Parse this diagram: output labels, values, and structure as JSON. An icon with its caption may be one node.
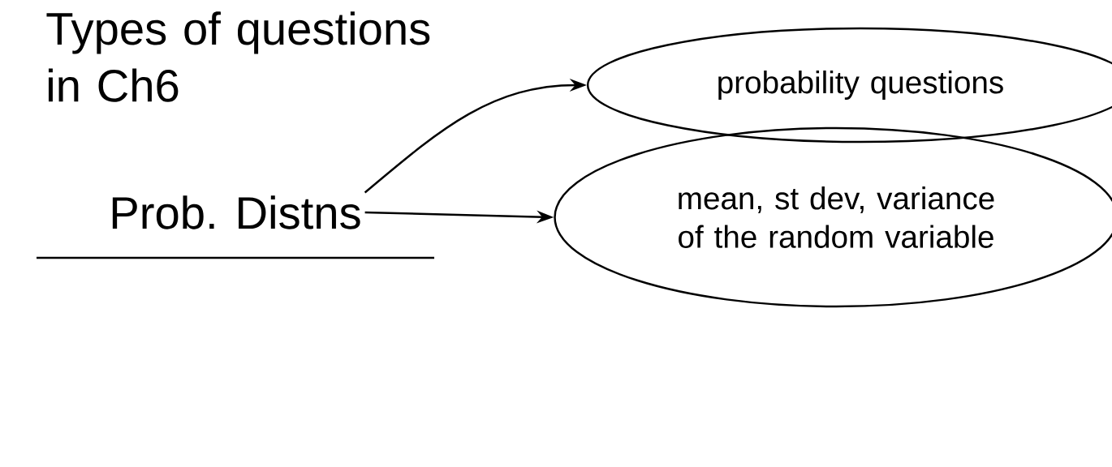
{
  "diagram": {
    "title": "Types of questions in Ch6",
    "nodes": [
      {
        "text": [
          "Prob. Distns"
        ]
      },
      {
        "text": [
          "probability questions"
        ]
      },
      {
        "text": [
          "mean, st dev, variance of the random variable"
        ]
      }
    ],
    "edges": [
      {
        "from": 0,
        "to": 1,
        "arrow": "to"
      },
      {
        "from": 0,
        "to": 2,
        "arrow": "to"
      }
    ]
  }
}
